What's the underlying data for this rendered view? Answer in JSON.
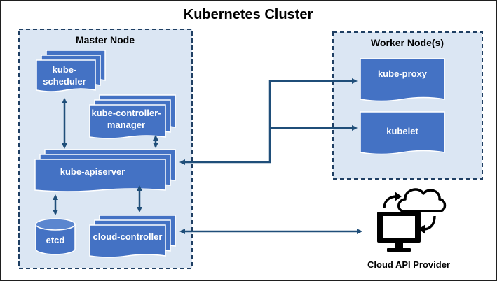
{
  "title": "Kubernetes Cluster",
  "master": {
    "label": "Master Node",
    "kube_scheduler": [
      "kube-",
      "scheduler"
    ],
    "kube_controller_manager": [
      "kube-controller-",
      "manager"
    ],
    "kube_apiserver": "kube-apiserver",
    "etcd": "etcd",
    "cloud_controller": "cloud-controller"
  },
  "worker": {
    "label": "Worker Node(s)",
    "kube_proxy": "kube-proxy",
    "kubelet": "kubelet"
  },
  "provider": {
    "label": "Cloud API Provider",
    "icon": "computer-cloud-sync-icon"
  },
  "colors": {
    "component_fill": "#4472c4",
    "component_stroke": "#ffffff",
    "panel_fill": "#dbe6f3",
    "panel_border": "#1f3f63",
    "arrow": "#1f4e79"
  }
}
